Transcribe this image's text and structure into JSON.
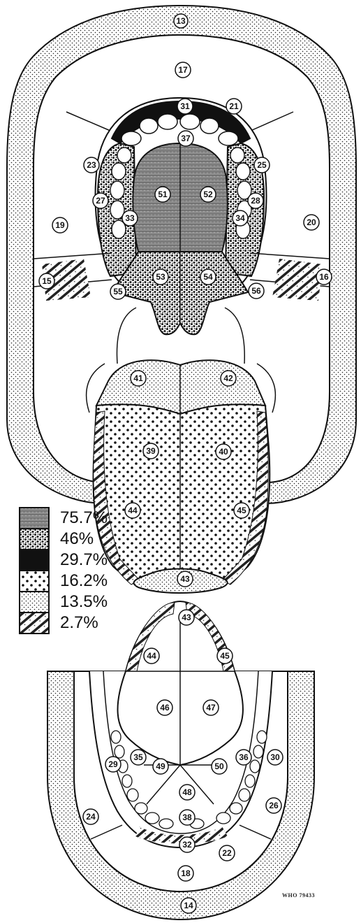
{
  "legend": {
    "items": [
      {
        "label": "75.7%",
        "pattern": "dense-lines"
      },
      {
        "label": "46%",
        "pattern": "coarse-stipple"
      },
      {
        "label": "29.7%",
        "pattern": "solid-black"
      },
      {
        "label": "16.2%",
        "pattern": "open-dots"
      },
      {
        "label": "13.5%",
        "pattern": "fine-dots"
      },
      {
        "label": "2.7%",
        "pattern": "hatched-patches"
      }
    ]
  },
  "sites": {
    "s13": "13",
    "s17": "17",
    "s31": "31",
    "s21": "21",
    "s37": "37",
    "s23": "23",
    "s25": "25",
    "s51": "51",
    "s52": "52",
    "s27": "27",
    "s28": "28",
    "s33": "33",
    "s34": "34",
    "s19": "19",
    "s20": "20",
    "s15": "15",
    "s16": "16",
    "s53": "53",
    "s54": "54",
    "s55": "55",
    "s56": "56",
    "s41": "41",
    "s42": "42",
    "s39": "39",
    "s40": "40",
    "s44a": "44",
    "s45a": "45",
    "s43a": "43",
    "s43b": "43",
    "s44b": "44",
    "s45b": "45",
    "s46": "46",
    "s47": "47",
    "s29": "29",
    "s35": "35",
    "s49": "49",
    "s50": "50",
    "s36": "36",
    "s30": "30",
    "s48": "48",
    "s24": "24",
    "s38": "38",
    "s26": "26",
    "s32": "32",
    "s22": "22",
    "s18": "18",
    "s14": "14"
  },
  "footer": {
    "code": "WHO 79433"
  },
  "colors": {
    "ink": "#111111",
    "paper": "#ffffff"
  }
}
